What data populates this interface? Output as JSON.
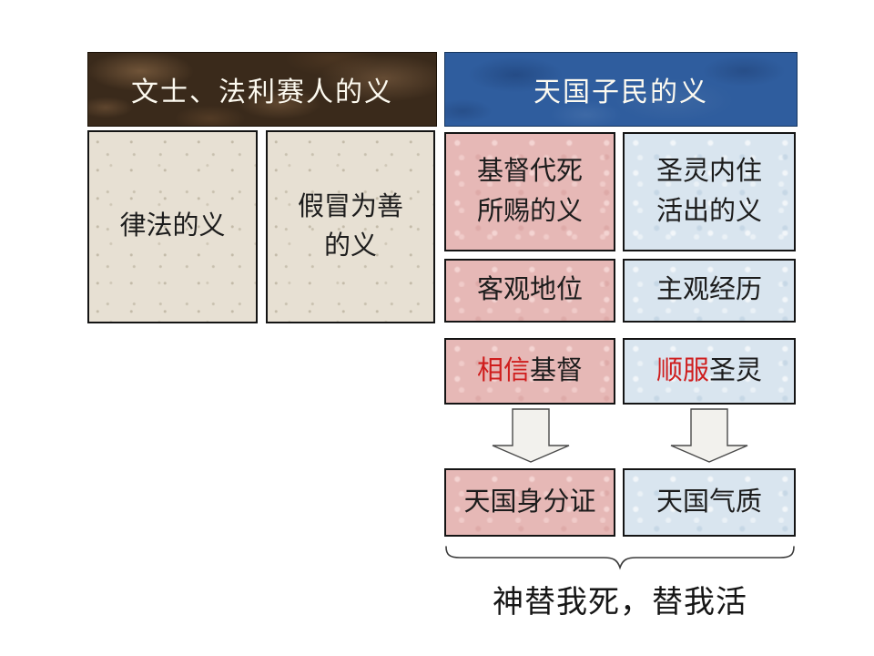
{
  "colors": {
    "red_accent": "#cf1d1d",
    "pink_fill": "#e6b8b6",
    "light_blue_fill": "#d9e5ef",
    "beige_fill": "#e7e0d3",
    "brown_header": "#3a2a1b",
    "blue_header": "#2f5d9e"
  },
  "headers": {
    "left": "文士、法利赛人的义",
    "right": "天国子民的义"
  },
  "pharisees": {
    "box1": "律法的义",
    "box2": "假冒为善\n的义"
  },
  "kingdom": {
    "christ_column": {
      "row1": "基督代死\n所赐的义",
      "row2": "客观地位",
      "row3_red": "相信",
      "row3_black": "基督",
      "row4": "天国身分证"
    },
    "spirit_column": {
      "row1": "圣灵内住\n活出的义",
      "row2": "主观经历",
      "row3_red": "顺服",
      "row3_black": "圣灵",
      "row4": "天国气质"
    }
  },
  "caption": "神替我死，替我活"
}
